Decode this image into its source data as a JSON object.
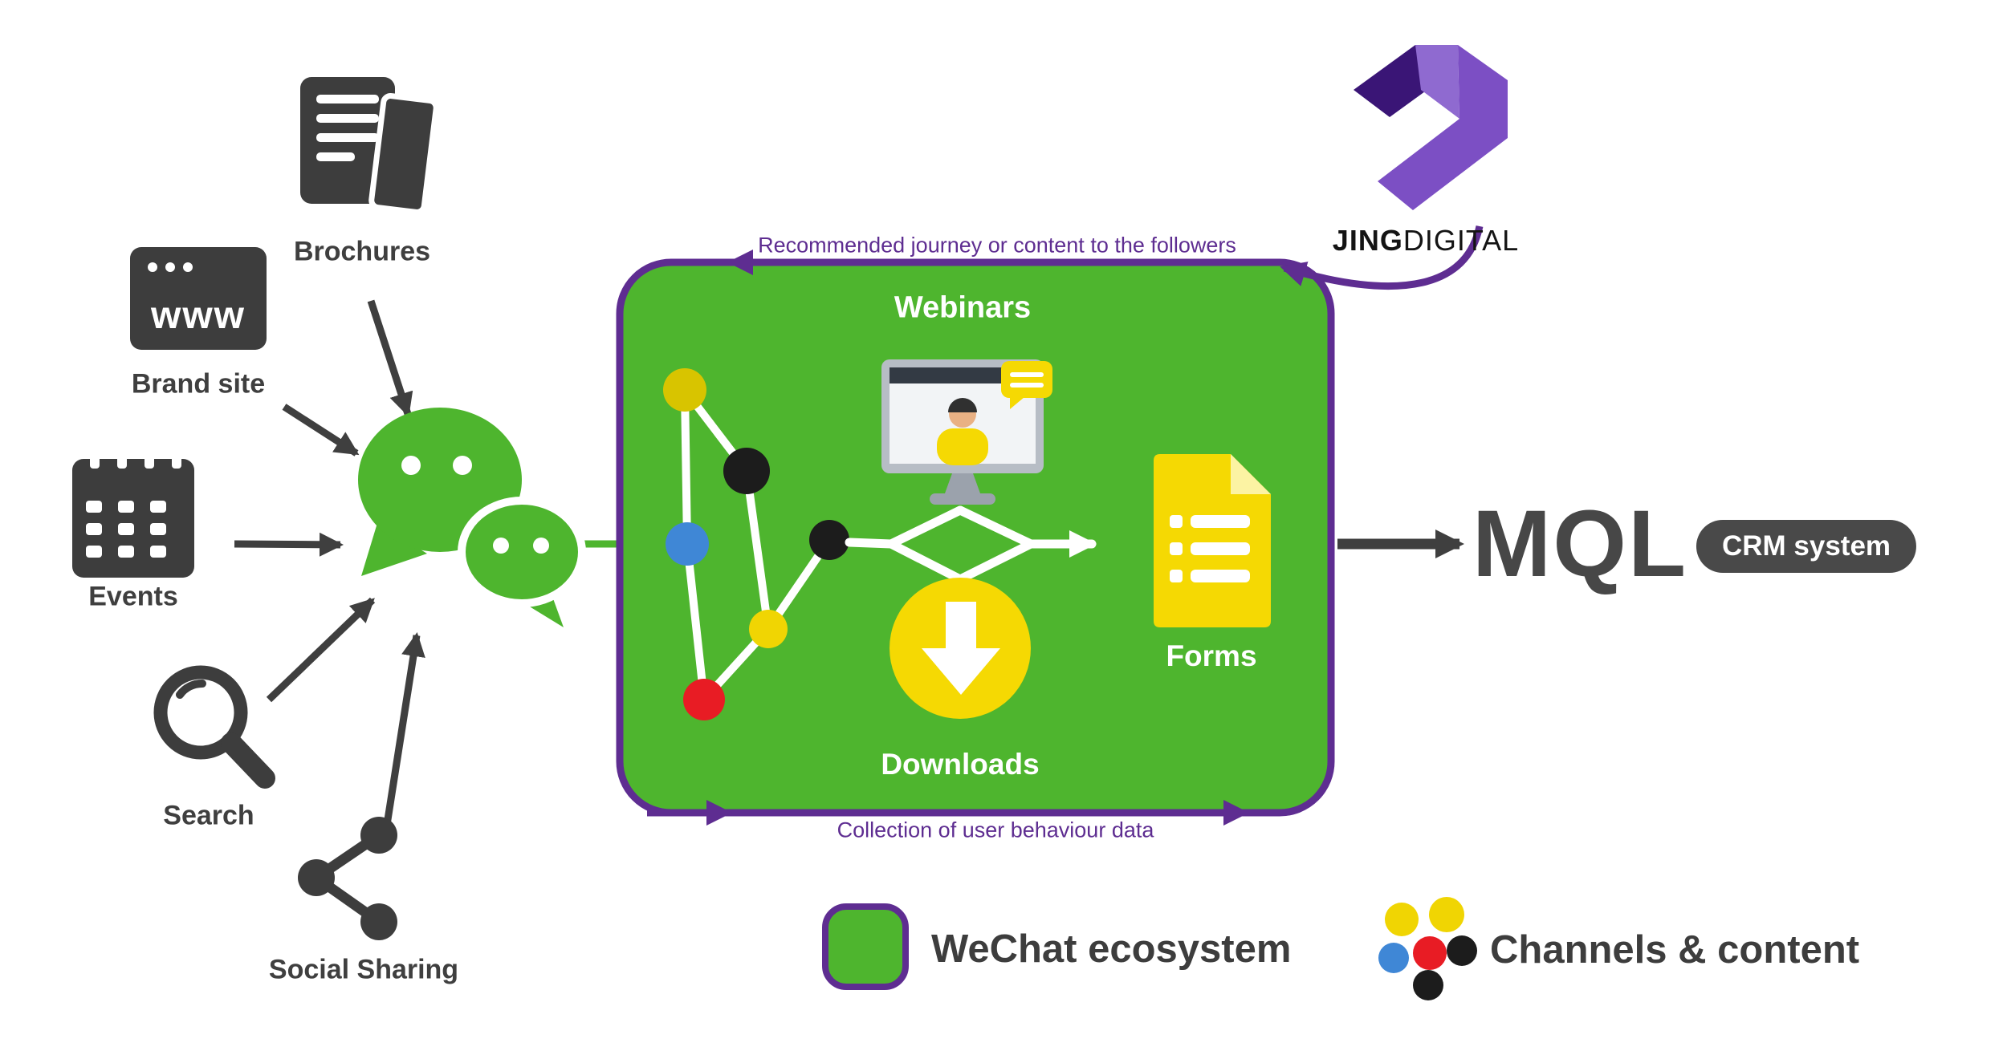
{
  "colors": {
    "green": "#4eb52e",
    "purple": "#5e2d91",
    "dark_gray": "#3f3f3f",
    "yellow": "#f0d503",
    "blue": "#3f87d6",
    "red": "#e81c24",
    "black_dot": "#1c1c1c",
    "crm_pill": "#494949",
    "logo_dark_purple": "#3a1576",
    "logo_light_purple": "#7c4fc4"
  },
  "channels": {
    "brochures": "Brochures",
    "brand_site": "Brand site",
    "events": "Events",
    "search": "Search",
    "social_sharing": "Social Sharing",
    "www_label": "www"
  },
  "ecosystem": {
    "webinars": "Webinars",
    "downloads": "Downloads",
    "forms": "Forms",
    "top_annotation": "Recommended journey or content to the followers",
    "bottom_annotation": "Collection of user behaviour data"
  },
  "output": {
    "mql": "MQL",
    "crm": "CRM system"
  },
  "logo": {
    "jing": "JING",
    "digital": "DIGITAL"
  },
  "legend": {
    "wechat": "WeChat ecosystem",
    "channels": "Channels & content"
  }
}
